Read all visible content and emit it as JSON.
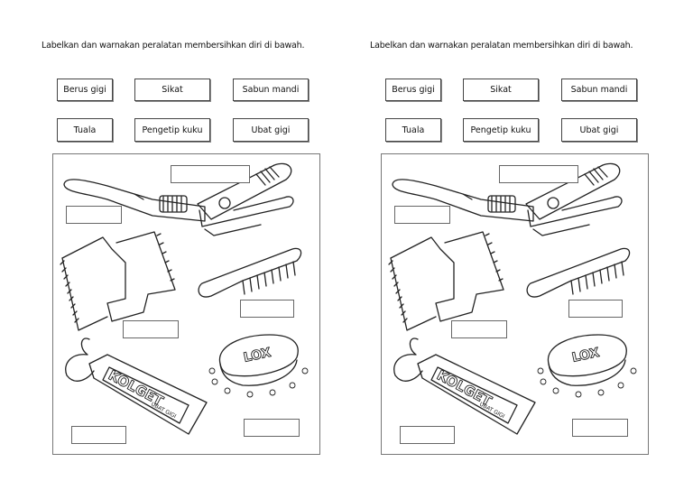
{
  "sheets": [
    {
      "instruction": "Labelkan dan warnakan peralatan membersihkan diri di bawah.",
      "word_bank": [
        "Berus gigi",
        "Sikat",
        "Sabun mandi",
        "Tuala",
        "Pengetip kuku",
        "Ubat gigi"
      ]
    },
    {
      "instruction": "Labelkan dan warnakan peralatan membersihkan diri di bawah.",
      "word_bank": [
        "Berus gigi",
        "Sikat",
        "Sabun mandi",
        "Tuala",
        "Pengetip kuku",
        "Ubat gigi"
      ]
    }
  ],
  "illustration_lettering": {
    "toothpaste_brand": "KOLGET",
    "toothpaste_sub": "UBAT GIGI",
    "soap_brand": "LOX"
  },
  "illustrations": [
    "toothbrush",
    "nail-clipper",
    "towel",
    "comb",
    "toothpaste",
    "soap"
  ]
}
